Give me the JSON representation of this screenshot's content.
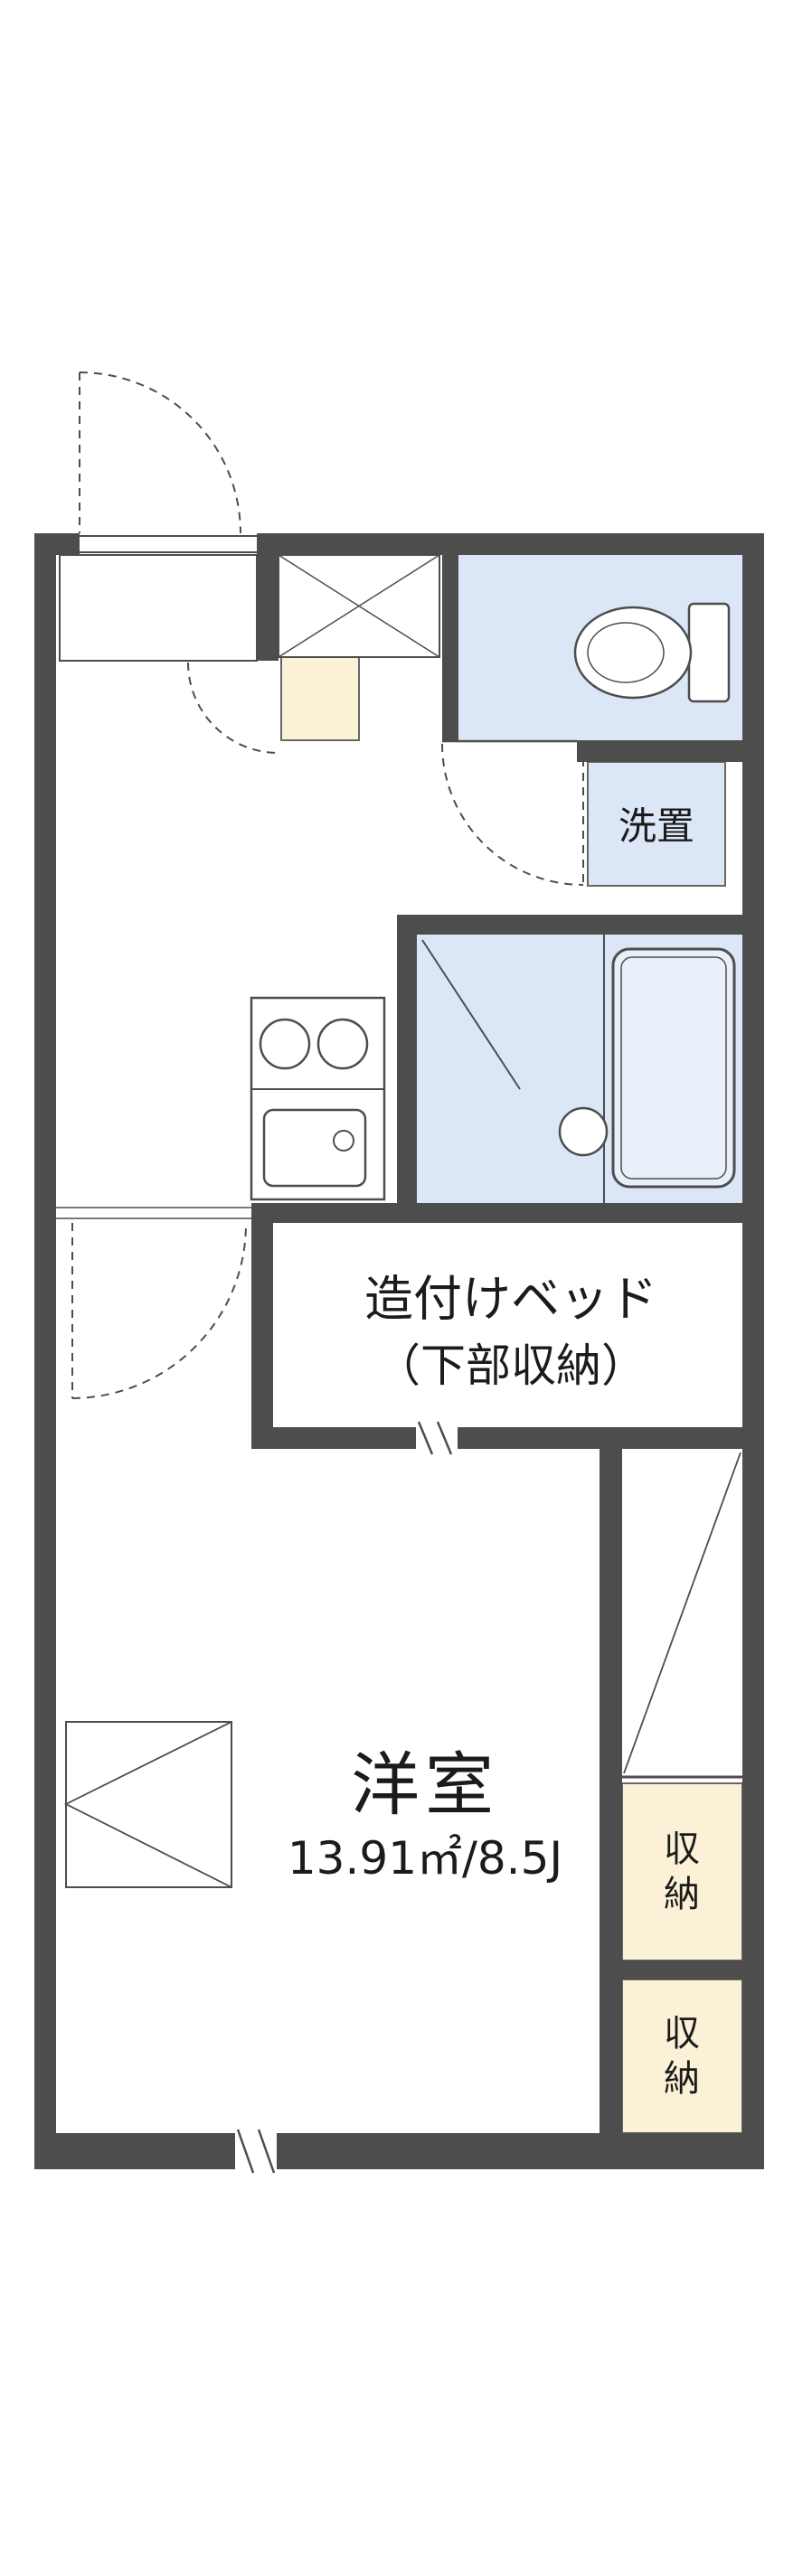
{
  "floorplan": {
    "labels": {
      "washer_area": "洗置",
      "built_in_bed_line1": "造付けベッド",
      "built_in_bed_line2": "（下部収納）",
      "room_name": "洋室",
      "room_area": "13.91㎡/8.5J",
      "storage_upper": "収納",
      "storage_lower": "収納"
    },
    "colors": {
      "wall": "#4d4d4d",
      "outline": "#4d4d4d",
      "wet_area_fill": "#dbe7f7",
      "tub_fill": "#e9f0fa",
      "storage_fill": "#fbf1d6",
      "background": "#ffffff"
    }
  }
}
